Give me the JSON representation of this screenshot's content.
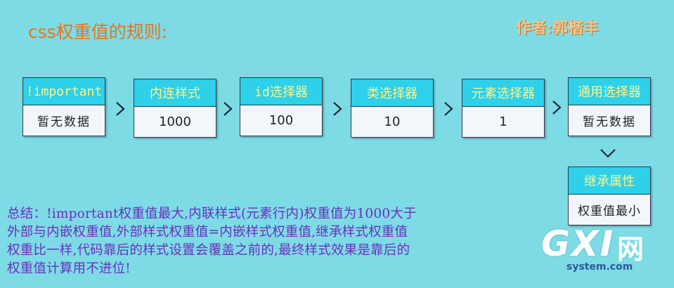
{
  "title": "css权重值的规则:",
  "author": "作者:郭楷丰",
  "boxes": [
    {
      "head": "!important",
      "body": "暂无数据"
    },
    {
      "head": "内连样式",
      "body": "1000"
    },
    {
      "head": "id选择器",
      "body": "100"
    },
    {
      "head": "类选择器",
      "body": "10"
    },
    {
      "head": "元素选择器",
      "body": "1"
    },
    {
      "head": "通用选择器",
      "body": "暂无数据"
    },
    {
      "head": "继承属性",
      "body": "权重值最小"
    }
  ],
  "summary": "总结：!important权重值最大,内联样式(元素行内)权重值为1000大于\n外部与内嵌权重值,外部样式权重值=内嵌样式权重值,继承样式权重值\n权重比一样,代码靠后的样式设置会覆盖之前的,最终样式效果是靠后的\n权重值计算用不进位!",
  "watermark": {
    "main": "GXI",
    "cn": "网",
    "site": "system.com"
  },
  "colors": {
    "background": "#7ddbe6",
    "box_head": "#2ed0ea",
    "head_text": "#fdf48a",
    "title": "#e8741c",
    "summary": "#6a2fbf"
  }
}
